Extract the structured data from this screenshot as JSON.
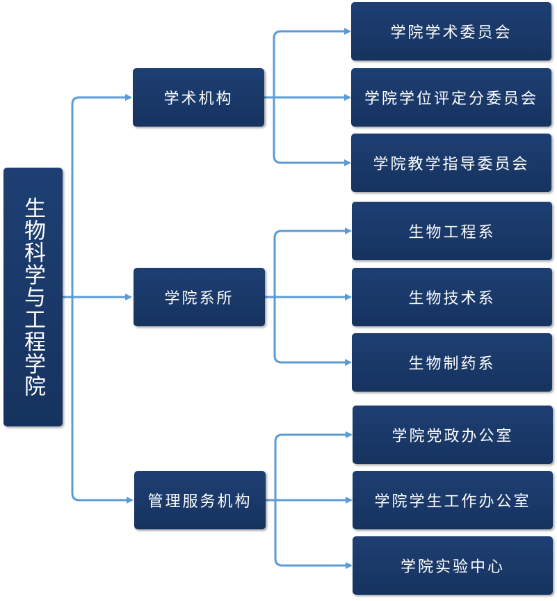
{
  "root": {
    "label": "生物科学与工程学院"
  },
  "branches": [
    {
      "label": "学术机构",
      "children": [
        "学院学术委员会",
        "学院学位评定分委员会",
        "学院教学指导委员会"
      ]
    },
    {
      "label": "学院系所",
      "children": [
        "生物工程系",
        "生物技术系",
        "生物制药系"
      ]
    },
    {
      "label": "管理服务机构",
      "children": [
        "学院党政办公室",
        "学院学生工作办公室",
        "学院实验中心"
      ]
    }
  ],
  "colors": {
    "box": "#1b3a6b",
    "box_text": "#ffffff",
    "connector": "#5b9bd5"
  }
}
